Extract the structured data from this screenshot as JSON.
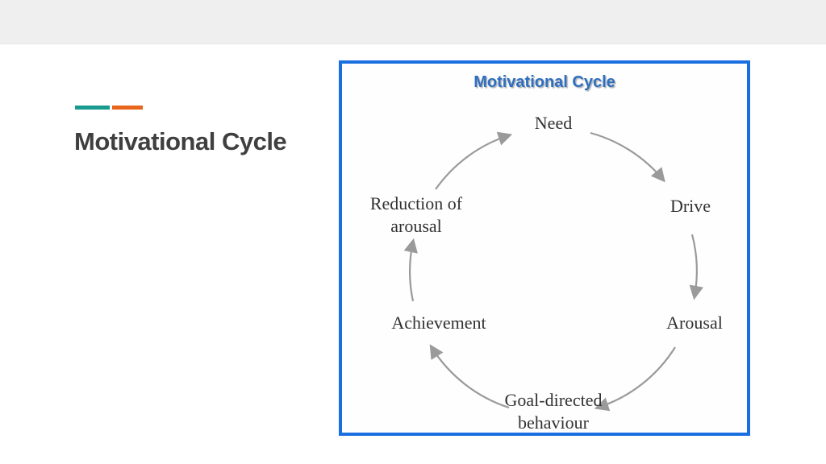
{
  "slide": {
    "title": "Motivational Cycle"
  },
  "diagram": {
    "title": "Motivational Cycle",
    "type": "cycle",
    "nodes": [
      {
        "label": "Need"
      },
      {
        "label": "Drive"
      },
      {
        "label": "Arousal"
      },
      {
        "label": "Goal-directed behaviour"
      },
      {
        "label": "Achievement"
      },
      {
        "label": "Reduction of arousal"
      }
    ],
    "flow": [
      "Need",
      "Drive",
      "Arousal",
      "Goal-directed behaviour",
      "Achievement",
      "Reduction of arousal",
      "Need"
    ],
    "colors": {
      "box_border": "#1a6fe0",
      "diagram_title": "#2e6fc0",
      "arrow": "#9a9a9a",
      "accent_teal": "#199a8e",
      "accent_orange": "#e8651c",
      "top_band": "#efefef",
      "text": "#323232"
    }
  }
}
